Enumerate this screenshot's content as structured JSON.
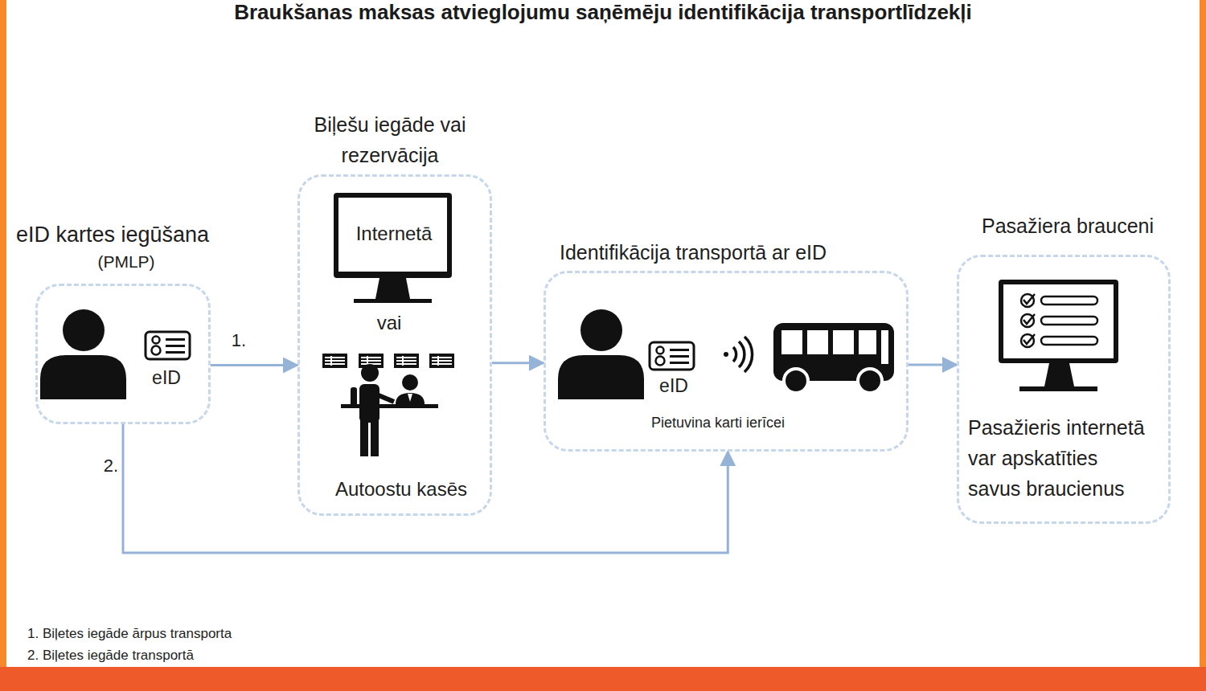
{
  "diagram": {
    "title": "Braukšanas maksas atvieglojumu saņēmēju identifikācija transportlīdzekļi",
    "nodes": [
      {
        "text": [
          "eID kartes iegūšana",
          "(PMLP)",
          "eID"
        ]
      },
      {
        "text": [
          "Biļešu iegāde vai rezervācija",
          "Internetā",
          "vai",
          "Autoostu kasēs"
        ]
      },
      {
        "text": [
          "Identifikācija transportā ar eID",
          "eID",
          "Pietuvina karti ierīcei"
        ]
      },
      {
        "text": [
          "Pasažiera brauceni",
          "Pasažieris internetā var apskatīties savus braucienus"
        ]
      }
    ],
    "edges": [
      {
        "from": 0,
        "to": 1,
        "label": "1.",
        "arrow": "to"
      },
      {
        "from": 1,
        "to": 2,
        "arrow": "to"
      },
      {
        "from": 2,
        "to": 3,
        "arrow": "to"
      },
      {
        "from": 0,
        "to": 2,
        "label": "2.",
        "arrow": "to"
      }
    ],
    "labels": [
      "1. Biļetes iegāde ārpus transporta",
      "2. Biļetes iegāde transportā"
    ]
  }
}
